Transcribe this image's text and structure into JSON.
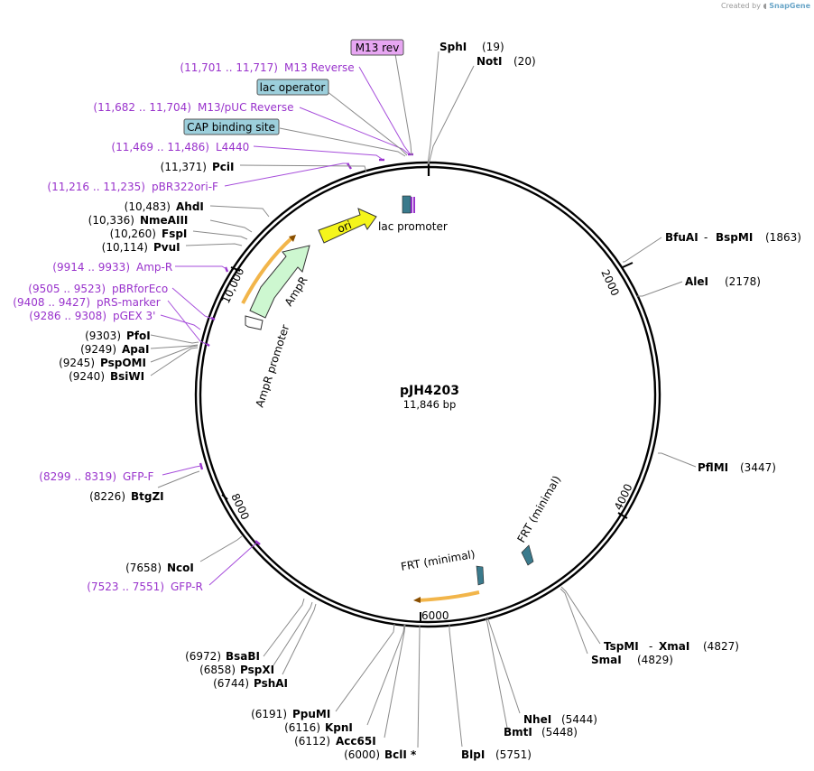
{
  "credit": {
    "prefix": "Created by",
    "brand": "SnapGene"
  },
  "plasmid": {
    "name": "pJH4203",
    "length_label": "11,846 bp"
  },
  "ticks": [
    "2000",
    "4000",
    "6000",
    "8000",
    "10,000"
  ],
  "enzymes": [
    {
      "name": "SphI",
      "pos": "(19)"
    },
    {
      "name": "NotI",
      "pos": "(20)"
    },
    {
      "name": "BfuAI",
      "name2": "BspMI",
      "pos": "(1863)"
    },
    {
      "name": "AleI",
      "pos": "(2178)"
    },
    {
      "name": "PflMI",
      "pos": "(3447)"
    },
    {
      "name": "TspMI",
      "name2": "XmaI",
      "pos": "(4827)"
    },
    {
      "name": "SmaI",
      "pos": "(4829)"
    },
    {
      "name": "NheI",
      "pos": "(5444)"
    },
    {
      "name": "BmtI",
      "pos": "(5448)"
    },
    {
      "name": "BlpI",
      "pos": "(5751)"
    },
    {
      "name": "BclI *",
      "pos": "(6000)"
    },
    {
      "name": "Acc65I",
      "pos": "(6112)"
    },
    {
      "name": "KpnI",
      "pos": "(6116)"
    },
    {
      "name": "PpuMI",
      "pos": "(6191)"
    },
    {
      "name": "PshAI",
      "pos": "(6744)"
    },
    {
      "name": "PspXI",
      "pos": "(6858)"
    },
    {
      "name": "BsaBI",
      "pos": "(6972)"
    },
    {
      "name": "NcoI",
      "pos": "(7658)"
    },
    {
      "name": "BtgZI",
      "pos": "(8226)"
    },
    {
      "name": "BsiWI",
      "pos": "(9240)"
    },
    {
      "name": "PspOMI",
      "pos": "(9245)"
    },
    {
      "name": "ApaI",
      "pos": "(9249)"
    },
    {
      "name": "PfoI",
      "pos": "(9303)"
    },
    {
      "name": "PvuI",
      "pos": "(10,114)"
    },
    {
      "name": "FspI",
      "pos": "(10,260)"
    },
    {
      "name": "NmeAIII",
      "pos": "(10,336)"
    },
    {
      "name": "AhdI",
      "pos": "(10,483)"
    },
    {
      "name": "PciI",
      "pos": "(11,371)"
    }
  ],
  "primers": [
    {
      "name": "M13 Reverse",
      "range": "(11,701 .. 11,717)"
    },
    {
      "name": "M13/pUC Reverse",
      "range": "(11,682 .. 11,704)"
    },
    {
      "name": "L4440",
      "range": "(11,469 .. 11,486)"
    },
    {
      "name": "pBR322ori-F",
      "range": "(11,216 .. 11,235)"
    },
    {
      "name": "Amp-R",
      "range": "(9914 .. 9933)"
    },
    {
      "name": "pBRforEco",
      "range": "(9505 .. 9523)"
    },
    {
      "name": "pRS-marker",
      "range": "(9408 .. 9427)"
    },
    {
      "name": "pGEX 3'",
      "range": "(9286 .. 9308)"
    },
    {
      "name": "GFP-F",
      "range": "(8299 .. 8319)"
    },
    {
      "name": "GFP-R",
      "range": "(7523 .. 7551)"
    }
  ],
  "boxed_features": [
    {
      "name": "M13 rev",
      "color": "#e7a6f2"
    },
    {
      "name": "lac operator",
      "color": "#9ccfdc"
    },
    {
      "name": "CAP binding site",
      "color": "#9ccfdc"
    }
  ],
  "features": {
    "ori": "ori",
    "ampr": "AmpR",
    "ampr_promoter": "AmpR promoter",
    "lac_promoter": "lac promoter",
    "frt1": "FRT (minimal)",
    "frt2": "FRT (minimal)"
  },
  "colors": {
    "ori": "#f5f51b",
    "ampr": "#cdf7d0",
    "primer": "#9933cc",
    "orange_orf": "#f2b54a",
    "frt": "#3a7a8c"
  }
}
